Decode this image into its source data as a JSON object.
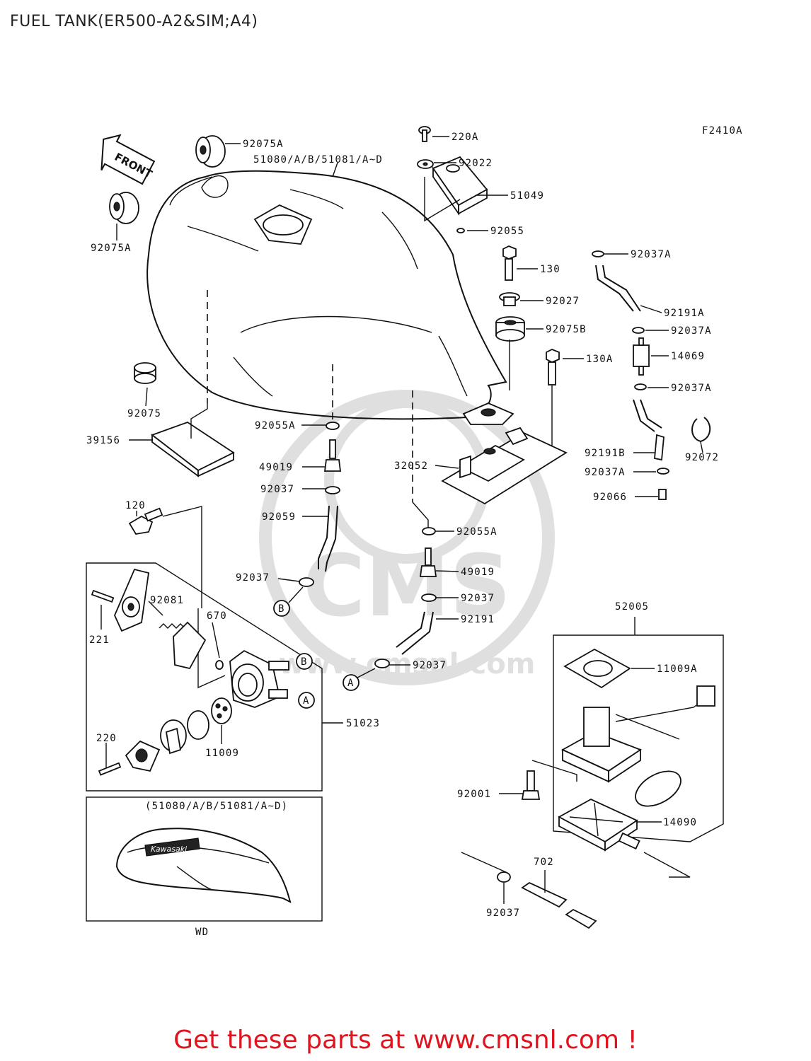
{
  "header": {
    "title": "FUEL TANK(ER500-A2&SIM;A4)"
  },
  "diagram": {
    "ref_code": "F2410A",
    "front_label": "FRONT",
    "watermark_url": "www.cmsnl.com",
    "watermark_brand": "CMS",
    "inset_title": "(51080/A/B/51081/A~D)",
    "inset_caption": "WD",
    "tank_brand": "Kawasaki",
    "callouts": {
      "c01": "92075A",
      "c02": "51080/A/B/51081/A~D",
      "c03": "92075A",
      "c04": "220A",
      "c05": "92022",
      "c06": "51049",
      "c07": "92055",
      "c08": "130",
      "c09": "92027",
      "c10": "92075B",
      "c11": "130A",
      "c12": "92037A",
      "c13": "92191A",
      "c14": "92037A",
      "c15": "14069",
      "c16": "92037A",
      "c17": "92191B",
      "c18": "92037A",
      "c19": "92066",
      "c20": "92072",
      "c21": "92075",
      "c22": "39156",
      "c23": "92055A",
      "c24": "49019",
      "c25": "92037",
      "c26": "92059",
      "c27": "92037",
      "c28": "32052",
      "c29": "92055A",
      "c30": "49019",
      "c31": "92037",
      "c32": "92191",
      "c33": "92037",
      "c34": "120",
      "c35": "92081",
      "c36": "670",
      "c37": "221",
      "c38": "51023",
      "c39": "220",
      "c40": "11009",
      "c41": "52005",
      "c42": "11009A",
      "c43": "92001",
      "c44": "14090",
      "c45": "702",
      "c46": "92037"
    },
    "markers": {
      "a1": "A",
      "a2": "A",
      "b1": "B",
      "b2": "B"
    }
  },
  "footer": {
    "text": "Get these parts at www.cmsnl.com !"
  }
}
